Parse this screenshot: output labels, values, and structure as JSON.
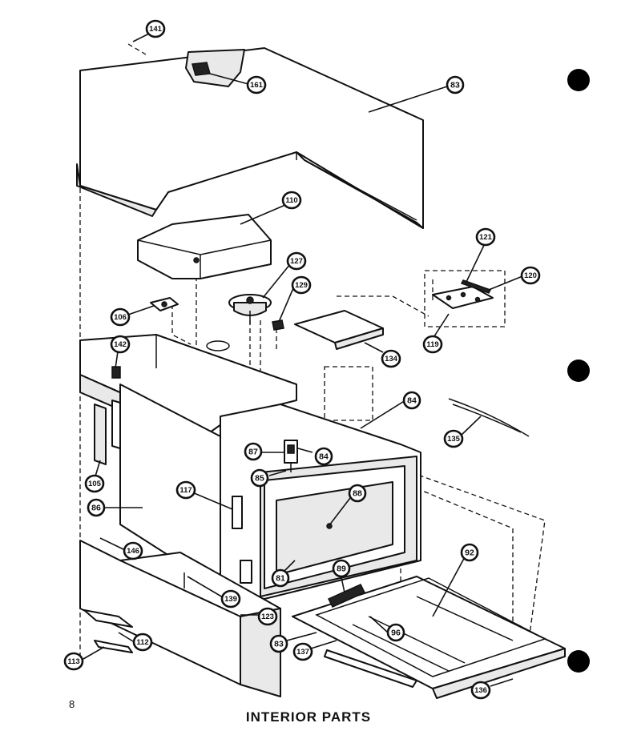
{
  "page": {
    "number": "8",
    "title": "INTERIOR PARTS"
  },
  "callouts": [
    {
      "id": "c141",
      "label": "141"
    },
    {
      "id": "c161",
      "label": "161"
    },
    {
      "id": "c83a",
      "label": "83"
    },
    {
      "id": "c110",
      "label": "110"
    },
    {
      "id": "c121",
      "label": "121"
    },
    {
      "id": "c120",
      "label": "120"
    },
    {
      "id": "c127",
      "label": "127"
    },
    {
      "id": "c129",
      "label": "129"
    },
    {
      "id": "c106",
      "label": "106"
    },
    {
      "id": "c119",
      "label": "119"
    },
    {
      "id": "c134",
      "label": "134"
    },
    {
      "id": "c142",
      "label": "142"
    },
    {
      "id": "c84a",
      "label": "84"
    },
    {
      "id": "c135",
      "label": "135"
    },
    {
      "id": "c87",
      "label": "87"
    },
    {
      "id": "c84b",
      "label": "84"
    },
    {
      "id": "c105",
      "label": "105"
    },
    {
      "id": "c85",
      "label": "85"
    },
    {
      "id": "c117",
      "label": "117"
    },
    {
      "id": "c88",
      "label": "88"
    },
    {
      "id": "c86",
      "label": "86"
    },
    {
      "id": "c92",
      "label": "92"
    },
    {
      "id": "c146",
      "label": "146"
    },
    {
      "id": "c81",
      "label": "81"
    },
    {
      "id": "c89",
      "label": "89"
    },
    {
      "id": "c139",
      "label": "139"
    },
    {
      "id": "c123",
      "label": "123"
    },
    {
      "id": "c96",
      "label": "96"
    },
    {
      "id": "c83b",
      "label": "83"
    },
    {
      "id": "c112",
      "label": "112"
    },
    {
      "id": "c113",
      "label": "113"
    },
    {
      "id": "c137",
      "label": "137"
    },
    {
      "id": "c136",
      "label": "136"
    }
  ]
}
